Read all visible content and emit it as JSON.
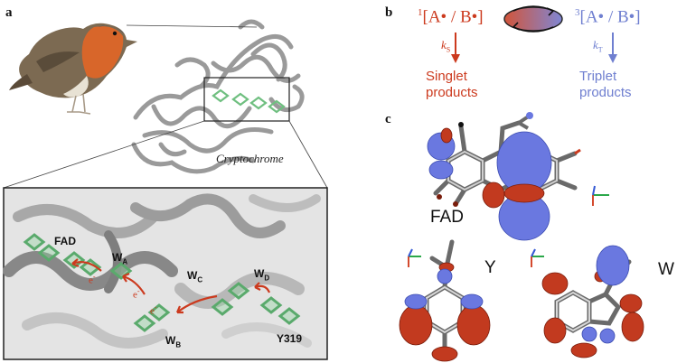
{
  "panels": {
    "a": {
      "letter": "a",
      "protein_label": "Cryptochrome",
      "cofactor_label": "FAD",
      "trp_a": "W",
      "trp_a_sub": "A",
      "trp_b": "W",
      "trp_b_sub": "B",
      "trp_c": "W",
      "trp_c_sub": "C",
      "trp_d": "W",
      "trp_d_sub": "D",
      "tyr_label": "Y319",
      "electron": "e",
      "electron_sup": "-"
    },
    "b": {
      "letter": "b",
      "singlet_pair": "[A• / B•]",
      "singlet_mult": "1",
      "triplet_pair": "[A• / B•]",
      "triplet_mult": "3",
      "ks": "k",
      "ks_sub": "S",
      "kt": "k",
      "kt_sub": "T",
      "singlet_products_1": "Singlet",
      "singlet_products_2": "products",
      "triplet_products_1": "Triplet",
      "triplet_products_2": "products"
    },
    "c": {
      "letter": "c",
      "fad_label": "FAD",
      "y_label": "Y",
      "w_label": "W"
    }
  },
  "colors": {
    "singlet": "#cc3a1e",
    "triplet": "#6f7fd0",
    "ribbon": "#9a9a9a",
    "residue": "#6fbf80",
    "orbital_blue": "#6a78e0",
    "orbital_red": "#c23a1f"
  }
}
